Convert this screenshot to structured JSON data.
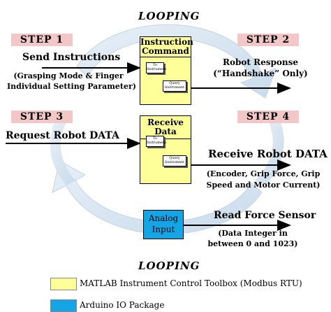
{
  "looping_top": "LOOPING",
  "looping_bottom": "LOOPING",
  "steps": [
    "STEP 1",
    "STEP 2",
    "STEP 3",
    "STEP 4"
  ],
  "step1": {
    "title": "Send Instructions",
    "detail_line1": "(Grasping Mode & Finger",
    "detail_line2": "Individual Setting Parameter)"
  },
  "step2": {
    "title": "Robot Response",
    "detail": "(“Handshake” Only)"
  },
  "step3": {
    "title": "Request Robot DATA"
  },
  "step4": {
    "title": "Receive Robot DATA",
    "detail_line1": "(Encoder, Grip Force, Grip",
    "detail_line2": "Speed and Motor Current)"
  },
  "sensor": {
    "title": "Read Force Sensor",
    "detail_line1": "(Data Integer in",
    "detail_line2": "between 0 and 1023)"
  },
  "block_top": {
    "header_line1": "Instruction",
    "header_line2": "Command",
    "to_instrument": "To\nInstrument",
    "query_instrument": "Query\nInstrument"
  },
  "block_mid": {
    "header": "Receive Data",
    "to_instrument": "To\nInstrument",
    "query_instrument": "Query\nInstrument"
  },
  "block_analog": {
    "line1": "Analog",
    "line2": "Input"
  },
  "legend": [
    {
      "label": "MATLAB Instrument Control Toolbox (Modbus RTU)",
      "color": "#ffff99"
    },
    {
      "label": "Arduino IO Package",
      "color": "#13a5e6"
    }
  ],
  "colors": {
    "step_bg": "#f3c7c7",
    "cycle_arrow": "#dbe8f3"
  }
}
